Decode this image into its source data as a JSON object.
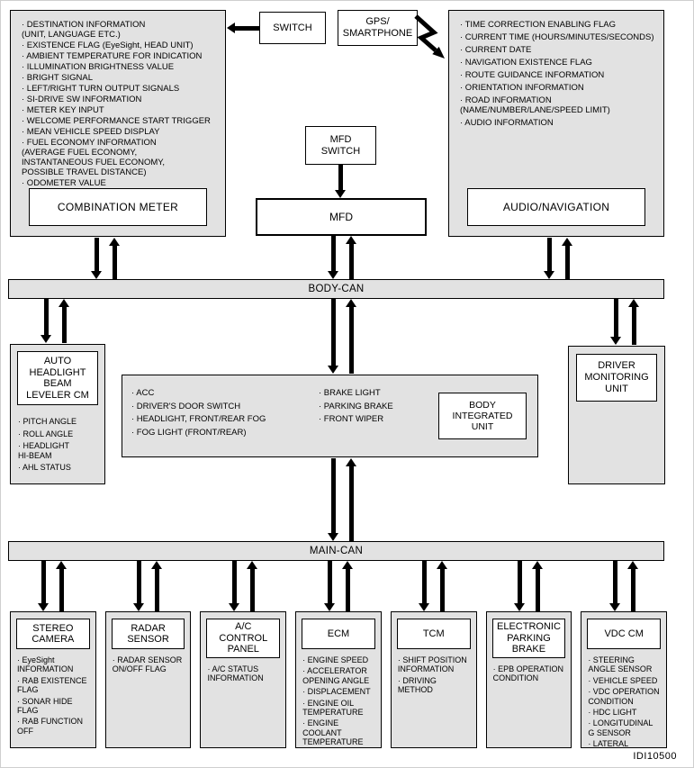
{
  "colors": {
    "box_fill": "#e2e2e2",
    "border": "#000000",
    "background": "#ffffff"
  },
  "buses": {
    "body_can": "BODY-CAN",
    "main_can": "MAIN-CAN"
  },
  "top": {
    "combination_meter": {
      "title": "COMBINATION METER",
      "items": [
        "DESTINATION INFORMATION\n(UNIT, LANGUAGE ETC.)",
        "EXISTENCE FLAG (EyeSight, HEAD UNIT)",
        "AMBIENT TEMPERATURE FOR INDICATION",
        "ILLUMINATION BRIGHTNESS VALUE",
        "BRIGHT SIGNAL",
        "LEFT/RIGHT TURN OUTPUT SIGNALS",
        "SI-DRIVE SW INFORMATION",
        "METER KEY INPUT",
        "WELCOME PERFORMANCE START TRIGGER",
        "MEAN VEHICLE SPEED DISPLAY",
        "FUEL ECONOMY INFORMATION\n(AVERAGE FUEL ECONOMY,\nINSTANTANEOUS FUEL ECONOMY,\nPOSSIBLE TRAVEL DISTANCE)",
        "ODOMETER VALUE"
      ]
    },
    "switch": "SWITCH",
    "gps_smartphone": "GPS/\nSMARTPHONE",
    "mfd_switch": "MFD\nSWITCH",
    "mfd": "MFD",
    "audio_navigation": {
      "title": "AUDIO/NAVIGATION",
      "items": [
        "TIME CORRECTION ENABLING FLAG",
        "CURRENT TIME (HOURS/MINUTES/SECONDS)",
        "CURRENT DATE",
        "NAVIGATION EXISTENCE FLAG",
        "ROUTE GUIDANCE INFORMATION",
        "ORIENTATION INFORMATION",
        "ROAD INFORMATION\n(NAME/NUMBER/LANE/SPEED LIMIT)",
        "AUDIO INFORMATION"
      ]
    }
  },
  "middle": {
    "auto_headlight_leveler": {
      "title": "AUTO\nHEADLIGHT\nBEAM\nLEVELER CM",
      "items": [
        "PITCH ANGLE",
        "ROLL ANGLE",
        "HEADLIGHT\nHI-BEAM",
        "AHL STATUS"
      ]
    },
    "body_integrated_unit": {
      "title": "BODY\nINTEGRATED\nUNIT",
      "items_left": [
        "ACC",
        "DRIVER'S DOOR SWITCH",
        "HEADLIGHT, FRONT/REAR FOG",
        "FOG LIGHT (FRONT/REAR)"
      ],
      "items_right": [
        "BRAKE LIGHT",
        "PARKING BRAKE",
        "FRONT WIPER"
      ]
    },
    "driver_monitoring_unit": {
      "title": "DRIVER\nMONITORING\nUNIT"
    }
  },
  "bottom": [
    {
      "title": "STEREO\nCAMERA",
      "items": [
        "EyeSight\nINFORMATION",
        "RAB EXISTENCE\nFLAG",
        "SONAR HIDE\nFLAG",
        "RAB FUNCTION\nOFF"
      ]
    },
    {
      "title": "RADAR\nSENSOR",
      "items": [
        "RADAR SENSOR\nON/OFF FLAG"
      ]
    },
    {
      "title": "A/C\nCONTROL\nPANEL",
      "items": [
        "A/C STATUS\nINFORMATION"
      ]
    },
    {
      "title": "ECM",
      "items": [
        "ENGINE SPEED",
        "ACCELERATOR\nOPENING ANGLE",
        "DISPLACEMENT",
        "ENGINE OIL\nTEMPERATURE",
        "ENGINE\nCOOLANT\nTEMPERATURE"
      ]
    },
    {
      "title": "TCM",
      "items": [
        "SHIFT POSITION\nINFORMATION",
        "DRIVING\nMETHOD"
      ]
    },
    {
      "title": "ELECTRONIC\nPARKING\nBRAKE",
      "items": [
        "EPB OPERATION\nCONDITION"
      ]
    },
    {
      "title": "VDC CM",
      "items": [
        "STEERING\nANGLE SENSOR",
        "VEHICLE SPEED",
        "VDC OPERATION\nCONDITION",
        "HDC LIGHT",
        "LONGITUDINAL\nG SENSOR",
        "LATERAL\nACCELERATION"
      ]
    }
  ],
  "figure_code": "IDI10500"
}
